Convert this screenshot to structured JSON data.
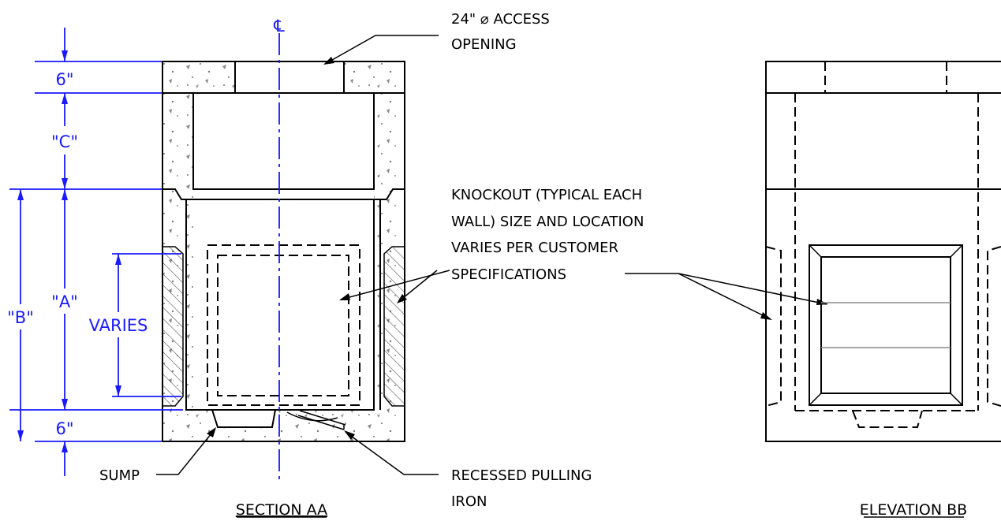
{
  "labels": {
    "centerline": "℄",
    "access_line1": "24\" ⌀ ACCESS",
    "access_line2": "OPENING",
    "knockout_line1": "KNOCKOUT (TYPICAL EACH",
    "knockout_line2": "WALL) SIZE AND LOCATION",
    "knockout_line3": "VARIES PER CUSTOMER",
    "knockout_line4": "SPECIFICATIONS",
    "sump": "SUMP",
    "pulling_line1": "RECESSED PULLING",
    "pulling_line2": "IRON",
    "section_title": "SECTION AA",
    "elevation_title": "ELEVATION BB"
  },
  "dimensions": {
    "top_slab": "6\"",
    "c": "\"C\"",
    "a": "\"A\"",
    "b": "\"B\"",
    "varies": "VARIES",
    "bottom_slab": "6\""
  },
  "colors": {
    "dimension": "#1a1aff",
    "line": "#000000"
  }
}
